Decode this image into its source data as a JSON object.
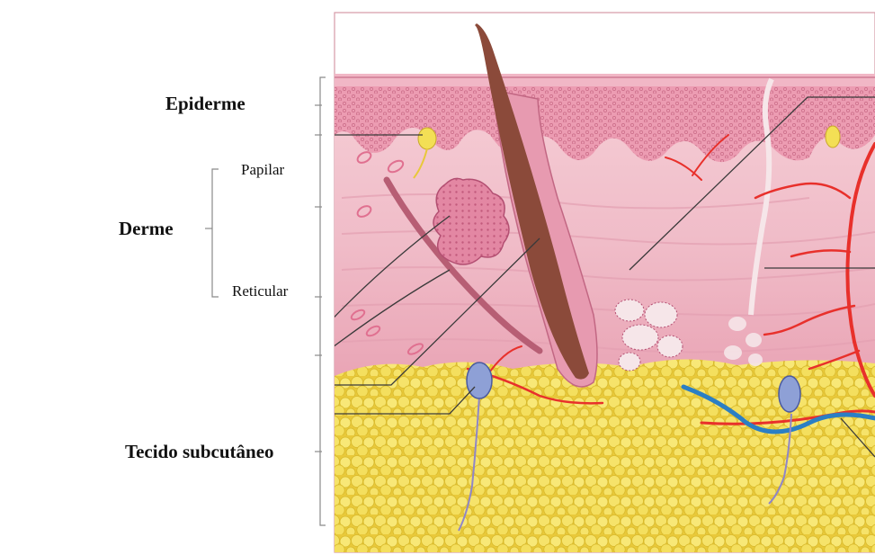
{
  "labels": {
    "epiderme": "Epiderme",
    "derme": "Derme",
    "papilar": "Papilar",
    "reticular": "Reticular",
    "subcutaneo": "Tecido subcutâneo"
  },
  "colors": {
    "epidermis": "#e58fa8",
    "dermis_light": "#f2c2cc",
    "dermis_dark": "#e8a2b4",
    "fat": "#f3df55",
    "fat_outline": "#d9bf2a",
    "hair": "#8b4a3a",
    "artery": "#e8302b",
    "vein": "#2b7fc4",
    "nerve": "#8f86c8",
    "leader_line": "#3a3a3a"
  }
}
